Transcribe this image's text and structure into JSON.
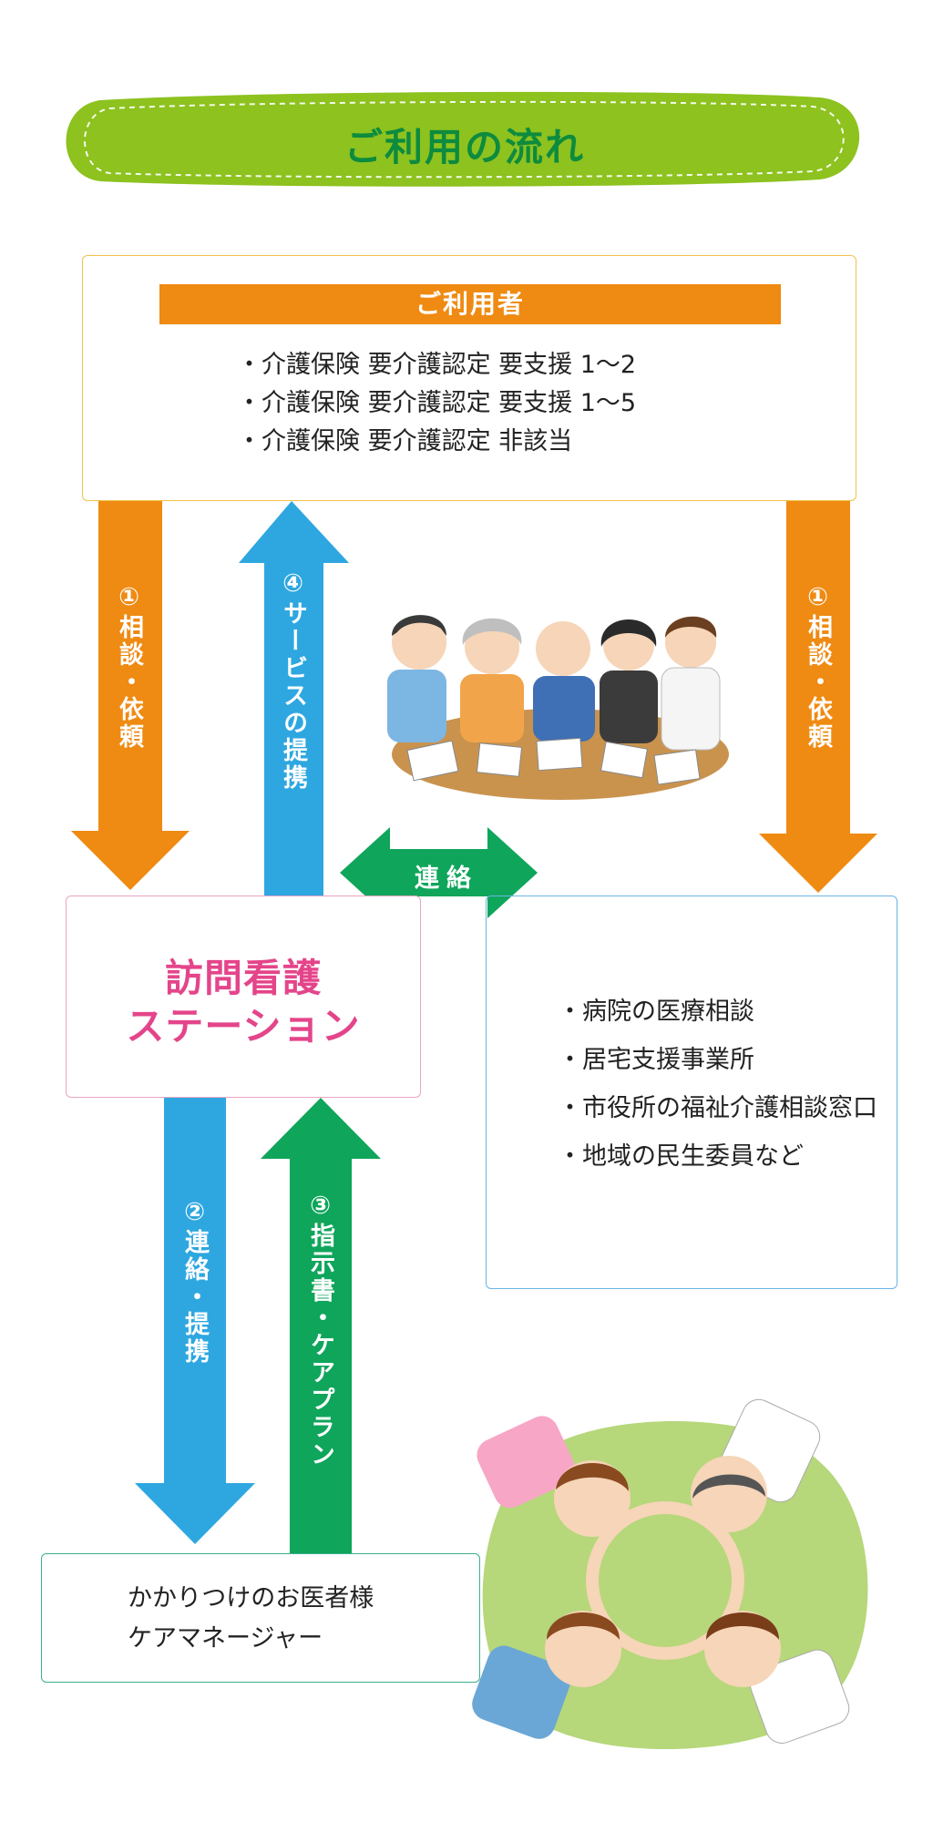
{
  "title": "ご利用の流れ",
  "user": {
    "header": "ご利用者",
    "items": [
      "・介護保険 要介護認定 要支援 1〜2",
      "・介護保険 要介護認定 要支援 1〜5",
      "・介護保険 要介護認定 非該当"
    ]
  },
  "arrows": {
    "consult_left": "①相談・依頼",
    "service": "④サービスの提携",
    "consult_right": "①相談・依頼",
    "contact": "連絡",
    "liaison": "②連絡・提携",
    "instructions": "③指示書・ケアプラン"
  },
  "station": {
    "line1": "訪問看護",
    "line2": "ステーション"
  },
  "related": {
    "items": [
      "・病院の医療相談",
      "・居宅支援事業所",
      "・市役所の福祉介護相談窓口",
      "・地域の民生委員など"
    ]
  },
  "doctor": {
    "line1": "かかりつけのお医者様",
    "line2": "ケアマネージャー"
  },
  "colors": {
    "green_banner": "#8dc21f",
    "title_green": "#0d8b3e",
    "orange": "#ef8a12",
    "blue": "#2ea7e0",
    "green_arrow": "#0fa55b",
    "pink": "#e4458a"
  }
}
